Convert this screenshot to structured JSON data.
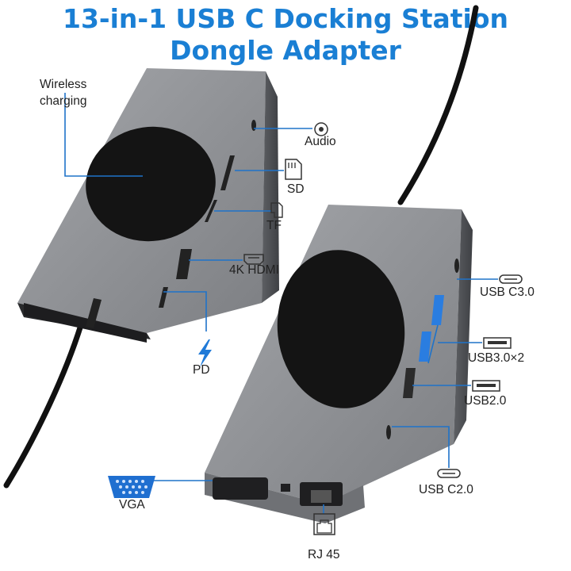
{
  "title": {
    "line1": "13-in-1 USB C Docking Station",
    "line2": "Dongle Adapter"
  },
  "labels": {
    "wireless_line1": "Wireless",
    "wireless_line2": "charging",
    "audio": "Audio",
    "sd": "SD",
    "tf": "TF",
    "hdmi": "4K HDMI",
    "pd": "PD",
    "usb_c30": "USB C3.0",
    "usb30x2": "USB3.0×2",
    "usb20": "USB2.0",
    "usb_c20": "USB C2.0",
    "vga": "VGA",
    "rj45": "RJ 45"
  },
  "colors": {
    "title": "#1a7fd4",
    "usb3_port": "#2a7de0",
    "pd_bolt": "#1f7ad8",
    "body_gray": "#8d8f93",
    "pad_black": "#141414"
  },
  "icons": [
    "audio-jack-icon",
    "sd-card-icon",
    "tf-card-icon",
    "hdmi-icon",
    "lightning-icon",
    "usb-c-icon",
    "usb-a-icon",
    "vga-icon",
    "ethernet-icon"
  ]
}
